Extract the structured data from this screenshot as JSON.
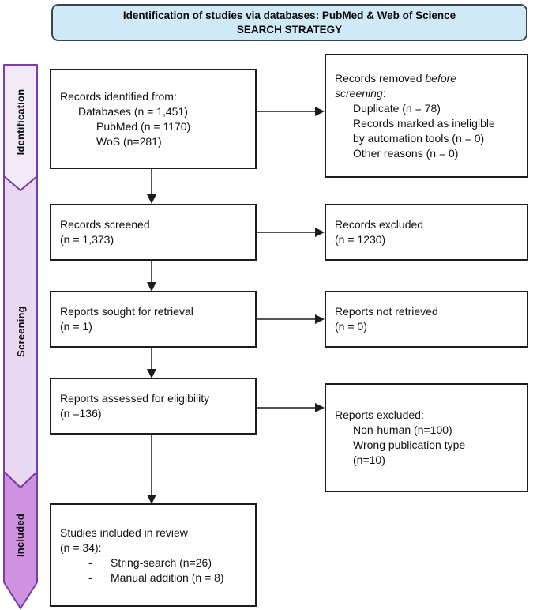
{
  "header": {
    "line1": "Identification of studies via databases: PubMed & Web of Science",
    "line2": "SEARCH STRATEGY"
  },
  "sidebar": {
    "stages": [
      {
        "label": "Identification"
      },
      {
        "label": "Screening"
      },
      {
        "label": "Included"
      }
    ]
  },
  "boxes": {
    "records_identified": {
      "line1": "Records identified from:",
      "line2": "Databases (n = 1,451)",
      "line3": "PubMed (n = 1170)",
      "line4": "WoS (n=281)"
    },
    "records_removed": {
      "line1_pre": "Records removed ",
      "line1_italic": "before",
      "line2_italic": "screening",
      "line2_post": ":",
      "item1": "Duplicate (n = 78)",
      "item2a": "Records marked as ineligible",
      "item2b": "by automation tools (n = 0)",
      "item3": "Other reasons (n = 0)"
    },
    "records_screened": {
      "line1": "Records screened",
      "line2": "(n = 1,373)"
    },
    "records_excluded": {
      "line1": "Records excluded",
      "line2": "(n = 1230)"
    },
    "reports_sought": {
      "line1": "Reports sought for retrieval",
      "line2": "(n = 1)"
    },
    "reports_not_retrieved": {
      "line1": "Reports not retrieved",
      "line2": "(n = 0)"
    },
    "reports_assessed": {
      "line1": "Reports assessed for eligibility",
      "line2": "(n =136)"
    },
    "reports_excluded": {
      "line1": "Reports excluded:",
      "item1": "Non-human (n=100)",
      "item2a": "Wrong publication type",
      "item2b": "(n=10)"
    },
    "studies_included": {
      "line1": "Studies included in review",
      "line2": "(n = 34):",
      "bullet1_marker": "-",
      "bullet1": "String-search (n=26)",
      "bullet2_marker": "-",
      "bullet2": "Manual addition (n = 8)"
    }
  },
  "colors": {
    "header_fill": "#cfe9f6",
    "header_border": "#36454f",
    "ribbon_border": "#7b3da6",
    "ribbon_identification": "#f3eaf8",
    "ribbon_screening": "#e9d8f2",
    "ribbon_included": "#cf92e0",
    "box_border": "#1c1c1c",
    "arrow": "#1c1c1c"
  }
}
